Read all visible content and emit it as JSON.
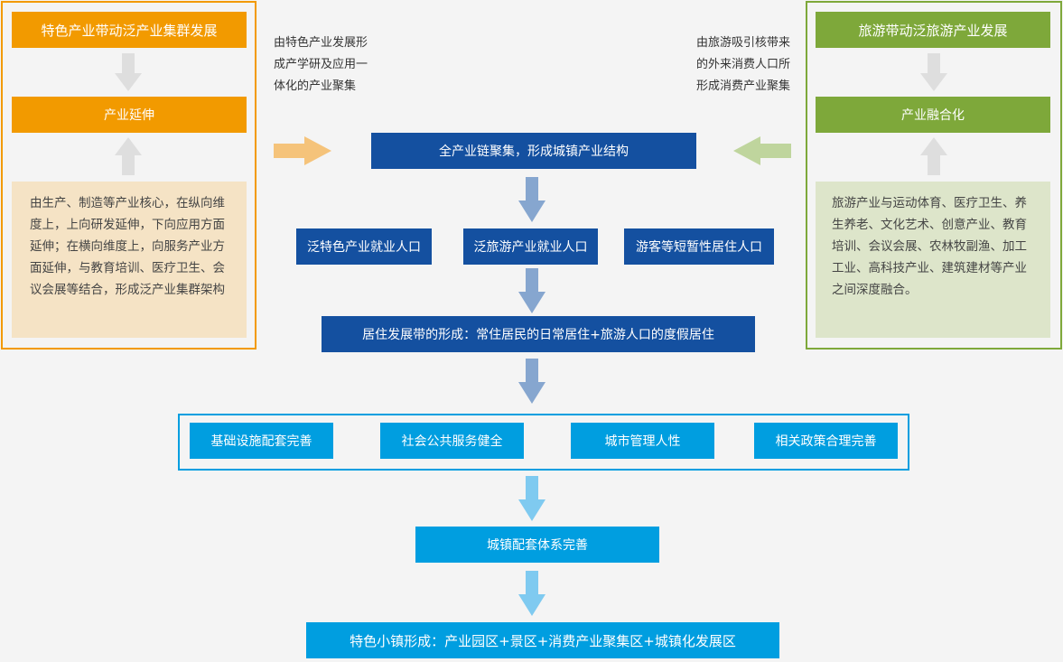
{
  "left_panel": {
    "title": "特色产业带动泛产业集群发展",
    "middle": "产业延伸",
    "description": "由生产、制造等产业核心，在纵向维度上，上向研发延伸，下向应用方面延伸；在横向维度上，向服务产业方面延伸，与教育培训、医疗卫生、会议会展等结合，形成泛产业集群架构"
  },
  "right_panel": {
    "title": "旅游带动泛旅游产业发展",
    "middle": "产业融合化",
    "description": "旅游产业与运动体育、医疗卫生、养生养老、文化艺术、创意产业、教育培训、会议会展、农林牧副渔、加工工业、高科技产业、建筑建材等产业之间深度融合。"
  },
  "notes": {
    "left": "由特色产业发展形成产学研及应用一体化的产业聚集",
    "right": "由旅游吸引核带来的外来消费人口所形成消费产业聚集"
  },
  "flow": {
    "cluster": "全产业链聚集，形成城镇产业结构",
    "population": [
      "泛特色产业就业人口",
      "泛旅游产业就业人口",
      "游客等短暂性居住人口"
    ],
    "residence": "居住发展带的形成：常住居民的日常居住+旅游人口的度假居住",
    "supporting": [
      "基础设施配套完善",
      "社会公共服务健全",
      "城市管理人性",
      "相关政策合理完善"
    ],
    "system": "城镇配套体系完善",
    "final": "特色小镇形成：产业园区+景区+消费产业聚集区+城镇化发展区"
  },
  "colors": {
    "orange": "#f29a00",
    "green": "#7ea83a",
    "navy": "#1450a0",
    "sky": "#009ee0",
    "orange_light": "#f5e3c5",
    "green_light": "#dde5ca",
    "arrow_gray": "#dedede",
    "arrow_orange": "#f5c37a",
    "arrow_green": "#bfd59d",
    "arrow_steel": "#86a6cf",
    "arrow_light_sky": "#7fcaf0"
  }
}
